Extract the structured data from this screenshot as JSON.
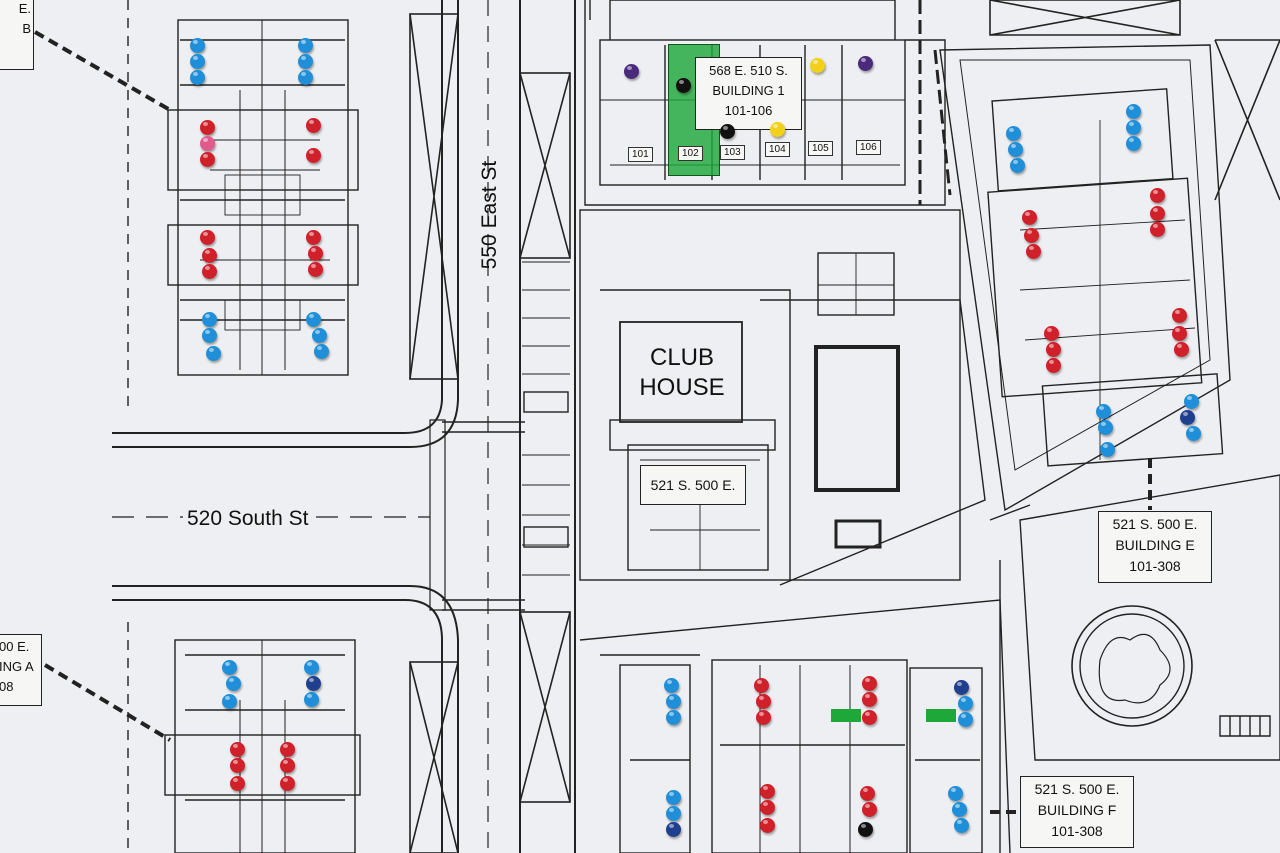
{
  "streets": {
    "east": "550 East St",
    "south": "520 South St"
  },
  "clubhouse": {
    "line1": "CLUB",
    "line2": "HOUSE",
    "address": "521 S. 500 E."
  },
  "building1": {
    "line1": "568 E. 510 S.",
    "line2": "BUILDING 1",
    "line3": "101-106",
    "units": [
      "101",
      "102",
      "103",
      "104",
      "105",
      "106"
    ]
  },
  "building_e": {
    "line1": "521 S. 500 E.",
    "line2": "BUILDING E",
    "line3": "101-308"
  },
  "building_f": {
    "line1": "521 S. 500 E.",
    "line2": "BUILDING F",
    "line3": "101-308"
  },
  "partial_labels": {
    "top_left_1": "E.",
    "top_left_2": "B",
    "left_1": "00 E.",
    "left_2": "ING A",
    "left_3": "08"
  },
  "colors": {
    "paper": "#eeeff2",
    "linework": "#222222",
    "pin_red": "#d0202a",
    "pin_blue": "#1e8fd8",
    "pin_navy": "#1f3f8f",
    "pin_yellow": "#f3d11a",
    "pin_purple": "#4a2a7a",
    "pin_black": "#111111",
    "pin_pink": "#e05a8c",
    "highlight_green": "#1fa83a"
  },
  "pin_legend": [
    "pin_red",
    "pin_blue",
    "pin_navy",
    "pin_yellow",
    "pin_purple",
    "pin_black",
    "pin_pink"
  ]
}
